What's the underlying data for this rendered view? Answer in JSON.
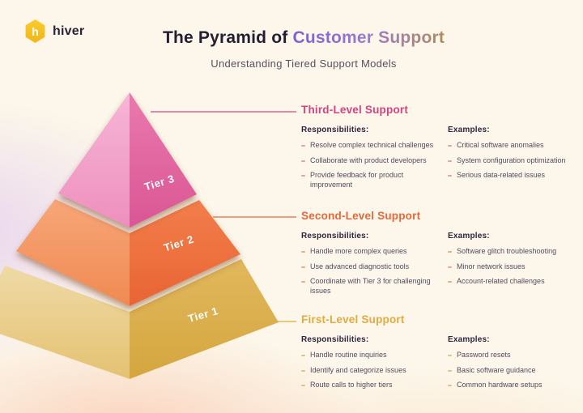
{
  "brand": {
    "name": "hiver",
    "logo_letter": "h",
    "logo_color": "#f2b617"
  },
  "header": {
    "title_prefix": "The Pyramid of",
    "title_highlight": "Customer Support",
    "subtitle": "Understanding Tiered Support Models"
  },
  "pyramid": {
    "tiers": [
      {
        "label": "Tier 3",
        "left_color": "#f4aed2",
        "right_color": "#e0609c"
      },
      {
        "label": "Tier 2",
        "left_color": "#f6a276",
        "right_color": "#ee7040"
      },
      {
        "label": "Tier 1",
        "left_color": "#eed9a4",
        "right_color": "#dcb254"
      }
    ]
  },
  "sections": [
    {
      "title": "Third-Level Support",
      "accent": "#d5437f",
      "responsibilities_label": "Responsibilities:",
      "examples_label": "Examples:",
      "responsibilities": [
        "Resolve complex technical challenges",
        "Collaborate with product developers",
        "Provide feedback for product improvement"
      ],
      "examples": [
        "Critical software anomalies",
        "System configuration optimization",
        "Serious data-related issues"
      ]
    },
    {
      "title": "Second-Level Support",
      "accent": "#e7683b",
      "responsibilities_label": "Responsibilities:",
      "examples_label": "Examples:",
      "responsibilities": [
        "Handle more complex queries",
        "Use advanced diagnostic tools",
        "Coordinate with Tier 3 for challenging issues"
      ],
      "examples": [
        "Software glitch troubleshooting",
        "Minor network issues",
        "Account-related challenges"
      ]
    },
    {
      "title": "First-Level Support",
      "accent": "#e3aa41",
      "responsibilities_label": "Responsibilities:",
      "examples_label": "Examples:",
      "responsibilities": [
        "Handle routine inquiries",
        "Identify and categorize issues",
        "Route calls to higher tiers"
      ],
      "examples": [
        "Password resets",
        "Basic software guidance",
        "Common hardware setups"
      ]
    }
  ]
}
